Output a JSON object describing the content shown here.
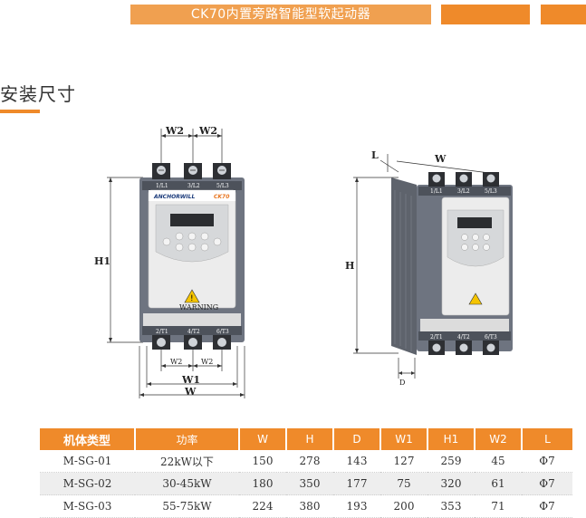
{
  "header": {
    "banner_title": "CK70内置旁路智能型软起动器",
    "accent_color": "#ef8a2a",
    "banner_color": "#f0a050"
  },
  "section": {
    "title": "安装尺寸"
  },
  "diagram_front": {
    "dim_top_left": "W2",
    "dim_top_right": "W2",
    "dim_height": "H1",
    "dim_bottom_left": "W2",
    "dim_bottom_right": "W2",
    "dim_width1": "W1",
    "dim_width": "W",
    "terminals_top": [
      "1/L1",
      "3/L2",
      "5/L3"
    ],
    "terminals_bottom": [
      "2/T1",
      "4/T2",
      "6/T3"
    ],
    "brand": "ANCHORWILL",
    "model": "CK70",
    "warning_text": "WARNING"
  },
  "diagram_side": {
    "dim_l": "L",
    "dim_w": "W",
    "dim_h": "H",
    "dim_d": "D",
    "terminals_top": [
      "1/L1",
      "3/L2",
      "5/L3"
    ],
    "terminals_bottom": [
      "2/T1",
      "4/T2",
      "6/T3"
    ]
  },
  "table": {
    "headers": [
      "机体类型",
      "功率",
      "W",
      "H",
      "D",
      "W1",
      "H1",
      "W2",
      "L"
    ],
    "rows": [
      [
        "M-SG-01",
        "22kW以下",
        "150",
        "278",
        "143",
        "127",
        "259",
        "45",
        "Φ7"
      ],
      [
        "M-SG-02",
        "30-45kW",
        "180",
        "350",
        "177",
        "75",
        "320",
        "61",
        "Φ7"
      ],
      [
        "M-SG-03",
        "55-75kW",
        "224",
        "380",
        "193",
        "200",
        "353",
        "71",
        "Φ7"
      ]
    ]
  }
}
